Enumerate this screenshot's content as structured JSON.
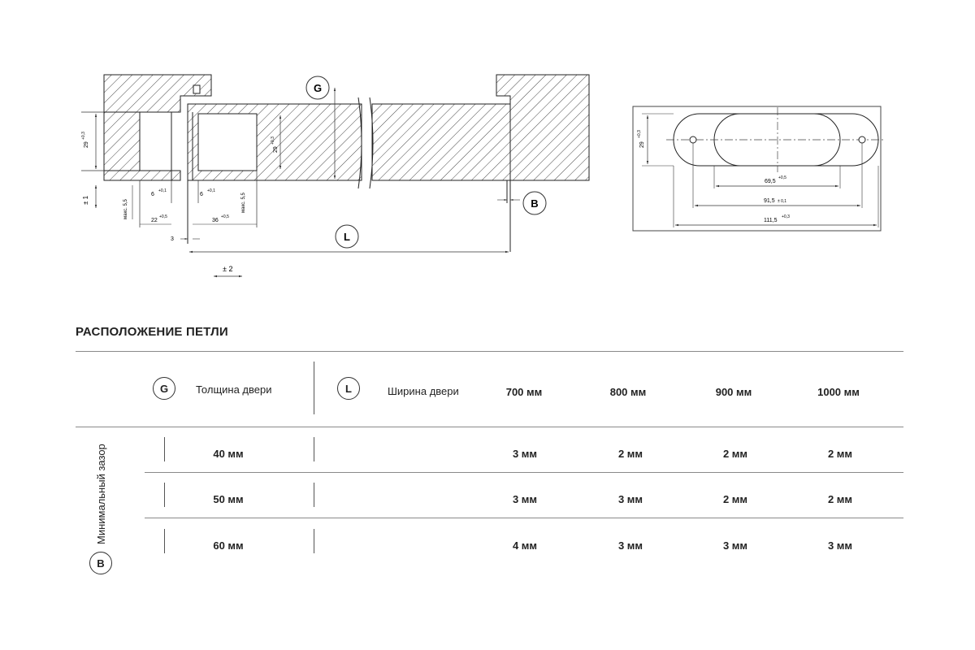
{
  "drawing": {
    "labels": {
      "G": "G",
      "L": "L",
      "B": "B"
    },
    "dims": {
      "left_height": "29",
      "left_height_tol": "+0,3",
      "pocket_height": "29",
      "pocket_height_tol": "+0,3",
      "six_a": "6",
      "six_a_tol": "+0,1",
      "six_b": "6",
      "six_b_tol": "+0,1",
      "max_a": "макс. 5,5",
      "max_b": "макс. 5,5",
      "twenty_two": "22",
      "twenty_two_tol": "+0,5",
      "thirty_six": "36",
      "thirty_six_tol": "+0,5",
      "three": "3",
      "pm1": "± 1",
      "pm2": "± 2",
      "right_height": "29",
      "right_height_tol": "+0,3",
      "d69": "69,5",
      "d69_tol": "+0,5",
      "d91": "91,5",
      "d91_tol": "± 0,1",
      "d111": "111,5",
      "d111_tol": "+0,3"
    }
  },
  "section": {
    "title": "РАСПОЛОЖЕНИЕ ПЕТЛИ"
  },
  "table": {
    "g_symbol": "G",
    "g_label": "Толщина двери",
    "l_symbol": "L",
    "l_label": "Ширина двери",
    "widths": [
      "700 мм",
      "800 мм",
      "900 мм",
      "1000 мм"
    ],
    "side_label": "Минимальный зазор",
    "b_symbol": "B",
    "rows": [
      {
        "thickness": "40 мм",
        "values": [
          "3 мм",
          "2 мм",
          "2 мм",
          "2 мм"
        ]
      },
      {
        "thickness": "50 мм",
        "values": [
          "3 мм",
          "3 мм",
          "2 мм",
          "2 мм"
        ]
      },
      {
        "thickness": "60 мм",
        "values": [
          "4 мм",
          "3 мм",
          "3 мм",
          "3 мм"
        ]
      }
    ]
  }
}
